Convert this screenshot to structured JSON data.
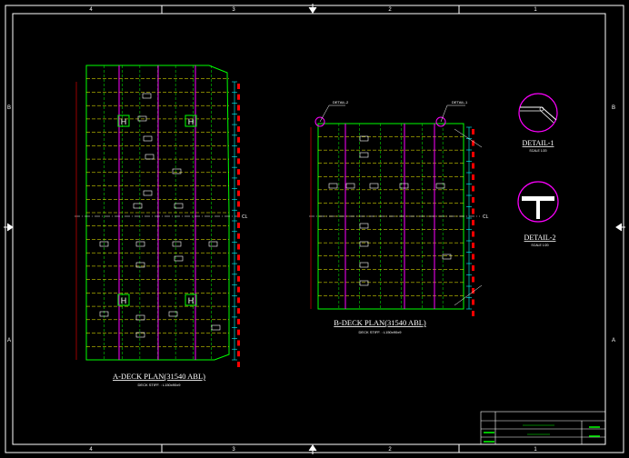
{
  "frame": {
    "columns_top": [
      "4",
      "3",
      "2",
      "1"
    ],
    "columns_bottom": [
      "4",
      "3",
      "2",
      "1"
    ],
    "rows_left": [
      "B",
      "A"
    ],
    "rows_right": [
      "B",
      "A"
    ]
  },
  "a_deck": {
    "title": "A-DECK PLAN(31540 ABL)",
    "subtitle": "DECK STIFF. : L150x90x9",
    "centerline_label": "CL"
  },
  "b_deck": {
    "title": "B-DECK PLAN(31540 ABL)",
    "subtitle": "DECK STIFF. : L150x90x9",
    "centerline_label": "CL",
    "detail_ref_1": "DETAIL-2",
    "detail_ref_2": "DETAIL-1"
  },
  "details": [
    {
      "title": "DETAIL-1",
      "scale": "SCALE 1/20"
    },
    {
      "title": "DETAIL-2",
      "scale": "SCALE 1/20"
    }
  ],
  "helipad_symbol": "H",
  "colors": {
    "background": "#000000",
    "frame": "#ffffff",
    "structure": "#00ff00",
    "plate": "#ffff00",
    "girder": "#ff00ff",
    "dimension": "#ff0000",
    "text": "#ffffff"
  }
}
